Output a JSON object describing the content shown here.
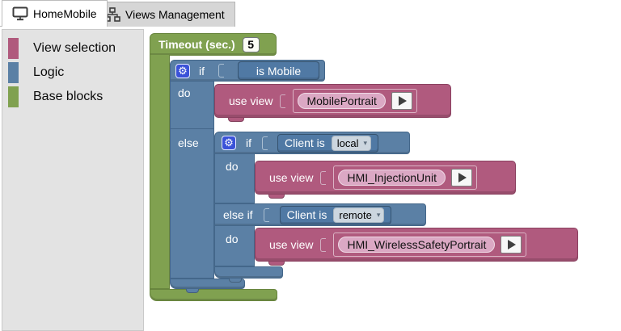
{
  "tab_bar": {
    "tabs": [
      {
        "label": "HomeMobile",
        "icon": "monitor-icon",
        "active": true
      },
      {
        "label": "Views Management",
        "icon": "sitemap-icon",
        "active": false
      }
    ]
  },
  "palette": {
    "items": [
      {
        "label": "View selection",
        "color": "#b05a7d"
      },
      {
        "label": "Logic",
        "color": "#5b80a5"
      },
      {
        "label": "Base blocks",
        "color": "#80a150"
      }
    ]
  },
  "blocks": {
    "timeout": {
      "label": "Timeout (sec.)",
      "seconds": "5"
    },
    "if1": {
      "if": "if",
      "condition": "is Mobile",
      "do": "do",
      "else": "else"
    },
    "use1": {
      "label": "use view",
      "view": "MobilePortrait"
    },
    "if2": {
      "if": "if",
      "cond_prefix": "Client is",
      "cond_value": "local",
      "do": "do",
      "elseif": "else if",
      "cond2_prefix": "Client is",
      "cond2_value": "remote",
      "do2": "do"
    },
    "use2": {
      "label": "use view",
      "view": "HMI_InjectionUnit"
    },
    "use3": {
      "label": "use view",
      "view": "HMI_WirelessSafetyPortrait"
    }
  },
  "icons": {
    "gear": "⚙",
    "dropdown_arrow": "▾"
  },
  "colors": {
    "view_selection": "#b05a7d",
    "logic_blue": "#5b80a5",
    "base_green": "#80a150",
    "condition_blue": "#5079a4",
    "pill_pink": "#dba8c4",
    "gear_blue": "#3a52d8",
    "palette_bg": "#e3e3e3",
    "inactive_tab": "#d6d6d6"
  }
}
